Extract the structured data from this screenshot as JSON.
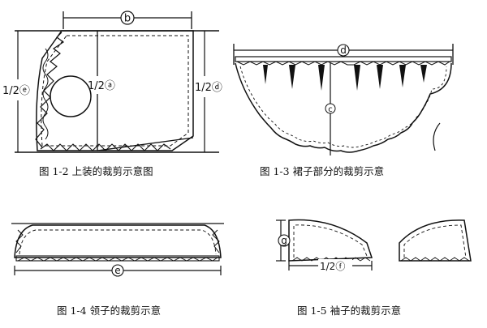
{
  "fig1": {
    "caption": "图 1-2  上装的裁剪示意图",
    "label_b": "b",
    "label_a": "1/2ⓐ",
    "label_e": "1/2ⓔ",
    "label_d": "1/2ⓓ"
  },
  "fig2": {
    "caption": "图 1-3  裙子部分的裁剪示意",
    "label_d": "d",
    "label_c": "c"
  },
  "fig3": {
    "caption": "图 1-4  领子的裁剪示意",
    "label_e": "e"
  },
  "fig4": {
    "caption": "图 1-5  袖子的裁剪示意",
    "label_g": "g",
    "label_f": "1/2ⓕ"
  }
}
